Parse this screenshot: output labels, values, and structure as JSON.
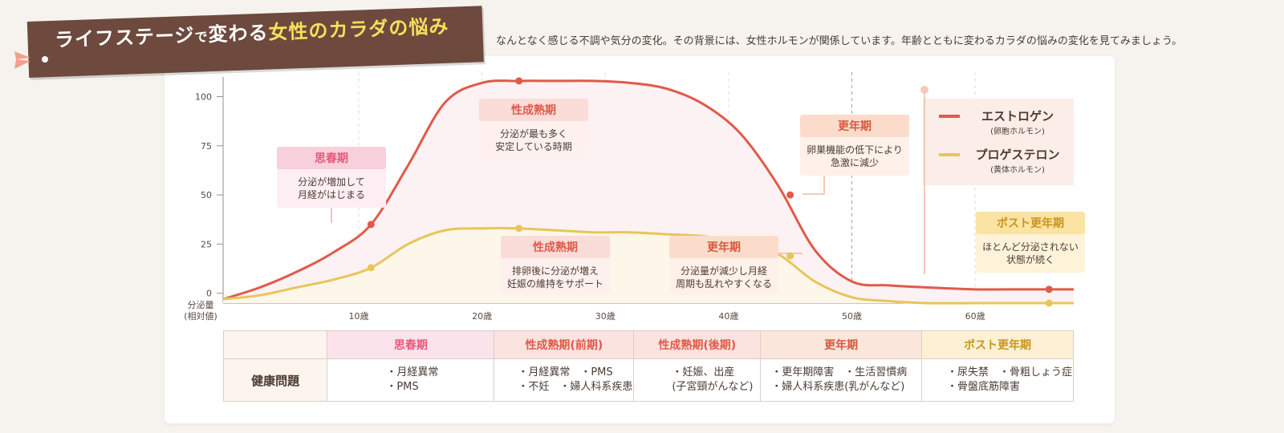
{
  "header": {
    "title_part1": "ライフステージ",
    "title_part2": "で",
    "title_part3": "変わる",
    "title_part4": "女性のカラダの悩み",
    "subtitle": "なんとなく感じる不調や気分の変化。その背景には、女性ホルモンが関係しています。年齢とともに変わるカラダの悩みの変化を見てみましょう。"
  },
  "colors": {
    "estrogen": "#e05a4a",
    "progesterone": "#e8c55a",
    "banner": "#6d4a3d",
    "title_accent": "#f8df5c",
    "puberty": "#e8587a",
    "maturity": "#e05a4a",
    "menopause": "#d9573f",
    "post": "#c9951c"
  },
  "chart_data": {
    "type": "line",
    "x": [
      -1,
      2,
      5,
      8,
      11,
      14,
      17,
      20,
      23,
      26,
      29,
      32,
      35,
      38,
      41,
      44,
      47,
      50,
      53,
      56,
      60,
      64,
      68
    ],
    "xlim": [
      -1,
      68
    ],
    "x_ticks": [
      {
        "value": 10,
        "label": "10歳"
      },
      {
        "value": 20,
        "label": "20歳"
      },
      {
        "value": 30,
        "label": "30歳"
      },
      {
        "value": 40,
        "label": "40歳"
      },
      {
        "value": 50,
        "label": "50歳"
      },
      {
        "value": 60,
        "label": "60歳"
      }
    ],
    "y_ticks": [
      0,
      25,
      50,
      75,
      100
    ],
    "ylim": [
      -5,
      110
    ],
    "ylabel_line1": "分泌量",
    "ylabel_line2": "(相対値)",
    "series": [
      {
        "name": "エストロゲン",
        "sub": "(卵胞ホルモン)",
        "color": "#e05a4a",
        "values": [
          -3,
          3,
          11,
          21,
          35,
          65,
          97,
          107,
          108,
          108,
          108,
          107,
          104,
          96,
          81,
          55,
          22,
          6,
          4,
          3,
          2,
          2,
          2
        ]
      },
      {
        "name": "プロゲステロン",
        "sub": "(黄体ホルモン)",
        "color": "#e8c55a",
        "values": [
          -3,
          -1,
          3,
          7,
          13,
          25,
          32,
          33,
          33,
          32,
          31,
          31,
          30,
          29,
          26,
          20,
          6,
          -2,
          -4,
          -5,
          -5,
          -5,
          -5
        ]
      }
    ],
    "annotations": [
      {
        "title": "思春期",
        "text1": "分泌が増加して",
        "text2": "月経がはじまる",
        "theme": "puberty",
        "point": [
          11,
          35
        ]
      },
      {
        "title": "性成熟期",
        "text1": "分泌が最も多く",
        "text2": "安定している時期",
        "theme": "maturity",
        "point": [
          23,
          108
        ]
      },
      {
        "title": "性成熟期",
        "text1": "排卵後に分泌が増え",
        "text2": "妊娠の維持をサポート",
        "theme": "maturity",
        "point": [
          23,
          33
        ]
      },
      {
        "title": "更年期",
        "text1": "分泌量が減少し月経",
        "text2": "周期も乱れやすくなる",
        "theme": "menopause",
        "point": [
          45,
          19
        ]
      },
      {
        "title": "更年期",
        "text1": "卵巣機能の低下により",
        "text2": "急激に減少",
        "theme": "menopause",
        "point": [
          45,
          50
        ]
      },
      {
        "title": "ポスト更年期",
        "text1": "ほとんど分泌されない",
        "text2": "状態が続く",
        "theme": "post",
        "point": [
          66,
          2
        ]
      }
    ]
  },
  "table": {
    "row_header": "健康問題",
    "stages": [
      {
        "label": "思春期",
        "items": [
          "・月経異常",
          "・PMS"
        ]
      },
      {
        "label": "性成熟期(前期)",
        "items": [
          "・月経異常　・PMS",
          "・不妊　・婦人科系疾患"
        ]
      },
      {
        "label": "性成熟期(後期)",
        "items": [
          "・妊娠、出産",
          "(子宮頸がんなど)"
        ]
      },
      {
        "label": "更年期",
        "items": [
          "・更年期障害　・生活習慣病",
          "・婦人科系疾患(乳がんなど)"
        ]
      },
      {
        "label": "ポスト更年期",
        "items": [
          "・尿失禁　・骨粗しょう症",
          "・骨盤底筋障害"
        ]
      }
    ]
  }
}
